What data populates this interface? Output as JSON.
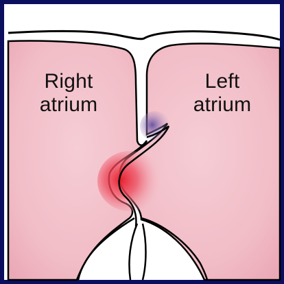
{
  "labels": {
    "right_atrium_line1": "Right",
    "right_atrium_line2": "atrium",
    "left_atrium_line1": "Left",
    "left_atrium_line2": "atrium"
  },
  "colors": {
    "frame": "#0b0f5e",
    "chamber": "#f4c3cc",
    "outline": "#000000",
    "highlight_red": "#e8202e",
    "highlight_purple": "#5b4aa0"
  }
}
